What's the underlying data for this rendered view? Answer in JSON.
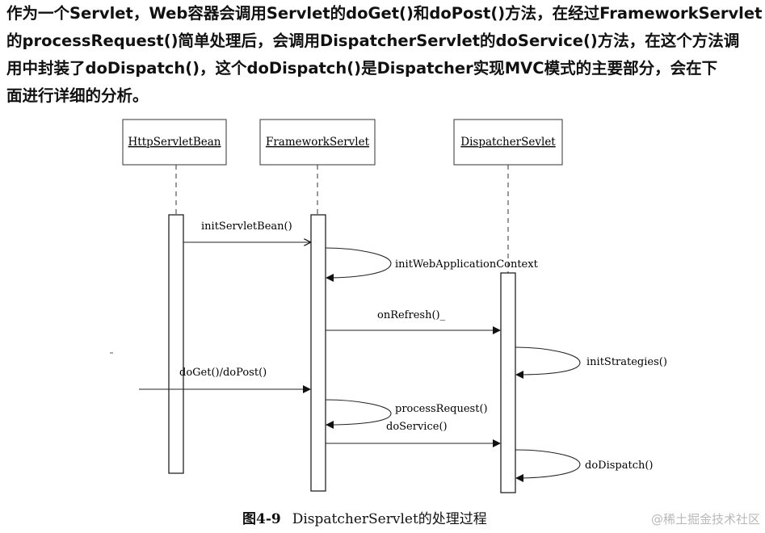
{
  "paragraph": {
    "line1": "作为一个Servlet，Web容器会调用Servlet的doGet()和doPost()方法，在经过FrameworkServlet",
    "line2": "的processRequest()简单处理后，会调用DispatcherServlet的doService()方法，在这个方法调",
    "line3": "用中封装了doDispatch()，这个doDispatch()是Dispatcher实现MVC模式的主要部分，会在下",
    "line4": "面进行详细的分析。"
  },
  "diagram": {
    "lifelines": [
      "HttpServletBean",
      "FrameworkServlet",
      "DispatcherSevlet"
    ],
    "messages": {
      "init_servlet_bean": "initServletBean()",
      "init_web_application_context": "initWebApplicationContext",
      "on_refresh": "onRefresh()_",
      "init_strategies": "initStrategies()",
      "do_get_do_post": "doGet()/doPost()",
      "process_request": "processRequest()",
      "do_service": "doService()",
      "do_dispatch": "doDispatch()"
    }
  },
  "caption": {
    "figure_number": "图4-9",
    "title": "DispatcherServlet的处理过程"
  },
  "watermark": "@稀土掘金技术社区"
}
